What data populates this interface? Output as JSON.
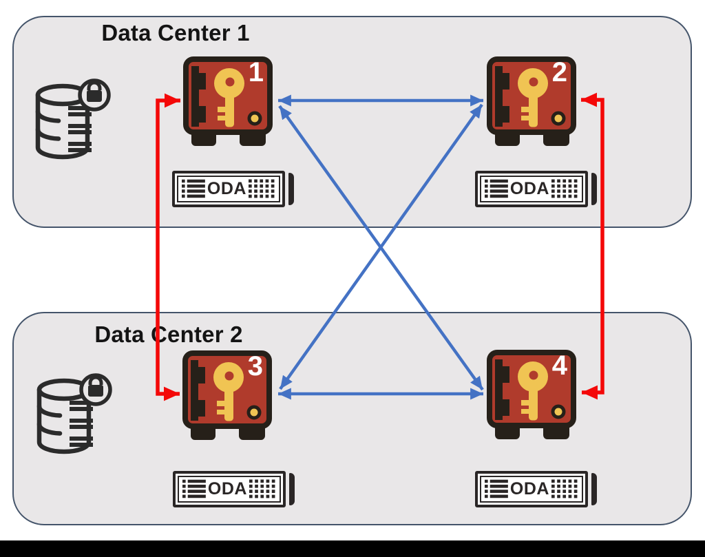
{
  "diagram_title": "",
  "colors": {
    "background": "#ffffff",
    "data_center_fill": "#e9e7e8",
    "data_center_border": "#44546a",
    "arrow_blue": "#4472c4",
    "arrow_red": "#f40808",
    "vault_face_red": "#b03b2c",
    "vault_frame_dark": "#262019",
    "key_yellow": "#f0c453",
    "icon_line_black": "#2b2b2b",
    "title_text": "#141414",
    "bottom_bar": "#000000"
  },
  "data_centers": [
    {
      "label": "Data Center 1",
      "database_icon": "database-lock-icon",
      "vaults": [
        {
          "number": "1",
          "icon": "key-vault-safe-icon"
        },
        {
          "number": "2",
          "icon": "key-vault-safe-icon"
        }
      ],
      "odas": [
        {
          "label": "ODA"
        },
        {
          "label": "ODA"
        }
      ]
    },
    {
      "label": "Data Center 2",
      "database_icon": "database-lock-icon",
      "vaults": [
        {
          "number": "3",
          "icon": "key-vault-safe-icon"
        },
        {
          "number": "4",
          "icon": "key-vault-safe-icon"
        }
      ],
      "odas": [
        {
          "label": "ODA"
        },
        {
          "label": "ODA"
        }
      ]
    }
  ],
  "connections": [
    {
      "from": "vault-1",
      "to": "vault-2",
      "color": "blue",
      "style": "bidirectional-arrow",
      "path": "horizontal"
    },
    {
      "from": "vault-3",
      "to": "vault-4",
      "color": "blue",
      "style": "bidirectional-arrow",
      "path": "horizontal"
    },
    {
      "from": "vault-1",
      "to": "vault-4",
      "color": "blue",
      "style": "bidirectional-arrow",
      "path": "diagonal"
    },
    {
      "from": "vault-2",
      "to": "vault-3",
      "color": "blue",
      "style": "bidirectional-arrow",
      "path": "diagonal"
    },
    {
      "from": "vault-1",
      "to": "vault-3",
      "color": "red",
      "style": "bidirectional-arrow",
      "path": "elbow-left-side"
    },
    {
      "from": "vault-2",
      "to": "vault-4",
      "color": "red",
      "style": "bidirectional-arrow",
      "path": "elbow-right-side"
    }
  ]
}
